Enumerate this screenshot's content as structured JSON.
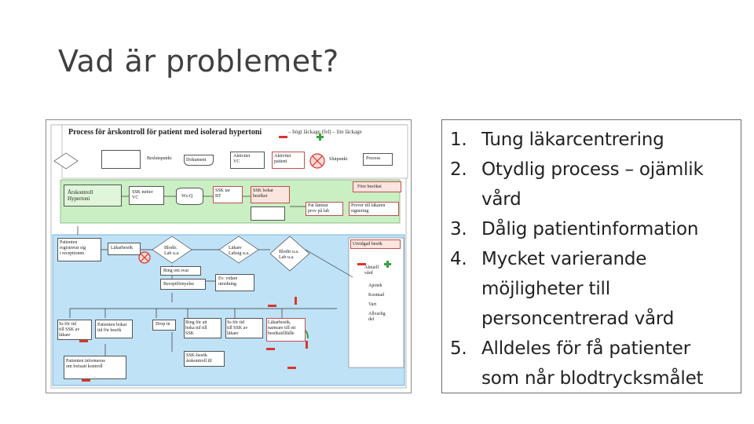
{
  "slide": {
    "title": "Vad är problemet?"
  },
  "list": {
    "items": [
      {
        "number": "1.",
        "text": "Tung läkarcentrering"
      },
      {
        "number": "2.",
        "text": "Otydlig process – ojämlik\nvård"
      },
      {
        "number": "3.",
        "text": "Dålig patientinformation"
      },
      {
        "number": "4.",
        "text": "Mycket varierande\nmöjligheter till\npersoncentrerad vård"
      },
      {
        "number": "5.",
        "text": "Alldeles för få patienter\nsom når blodtrycksmålet"
      }
    ]
  },
  "flowchart": {
    "title": "Process för årskontroll för patient med isolerad hypertoni",
    "legend": "– högt läckage (fel)     – lite läckage",
    "nodes": {
      "start": "Årskontroll\nHypertoni",
      "booking": "Beslutspunkt",
      "document": "Dokument",
      "activity": "Aktivitet\nVC",
      "activity_patient": "Aktivitet\npatient",
      "waste": "Slutpunkt",
      "process": "Process",
      "sskmeeting": "SSK möter\nVC",
      "databas": "Ws-Q",
      "ssk_tar": "SSK tar\nBT",
      "ssk_bokar": "SSK bokar\nbesöket",
      "pat_lab": "Pat lämnar\nprov på lab",
      "prov_lakare": "Prover till läkaren\nsignering",
      "patient_reg": "Patienten\nregistrerar sig\ni receptionen",
      "lakarbesok": "Läkarbesök",
      "bp_lab": "Blodtr.\nLab u.a.",
      "ring": "Ring om svar",
      "labsvar": "Läkare\nLabsig u.a.",
      "bp_ua": "Blodtr u.a.\nLab u.a.",
      "recept": "Receptförnyelse",
      "utvidgad": "Utvidgad besök",
      "extra": "Ev. vidare\nutredning",
      "drop_in": "Drop in",
      "patient_bokar": "Patienten bokar\ntid för besök",
      "ring_bokar": "Ring för att\nboka tid till\nSSK",
      "ss_bokar": "Ss för tid\ntill SSK av\nläkare",
      "ssk_besok": "SSK-besök\nårskontroll tlf",
      "lakarbesok2": "Läkarbesök,\nnarmare till ett\nbesökstillfälle",
      "patient_info": "Patienten informeras\nom fortsatt kontroll",
      "aktuell": "Aktuell\nvård",
      "apotek": "Apotek",
      "kostnad": "Kostnad",
      "vart": "Vart",
      "allvarlig": "Allvarlig\ndel",
      "fore": "Före besöket"
    }
  },
  "colors": {
    "title_text": "#404040",
    "list_text": "#222222",
    "box_border": "#6d6d6d",
    "flow_green": "#c9efc3",
    "flow_blue": "#bfe2f7",
    "flow_red": "#d9362b",
    "flow_pink": "#fbe5de"
  }
}
